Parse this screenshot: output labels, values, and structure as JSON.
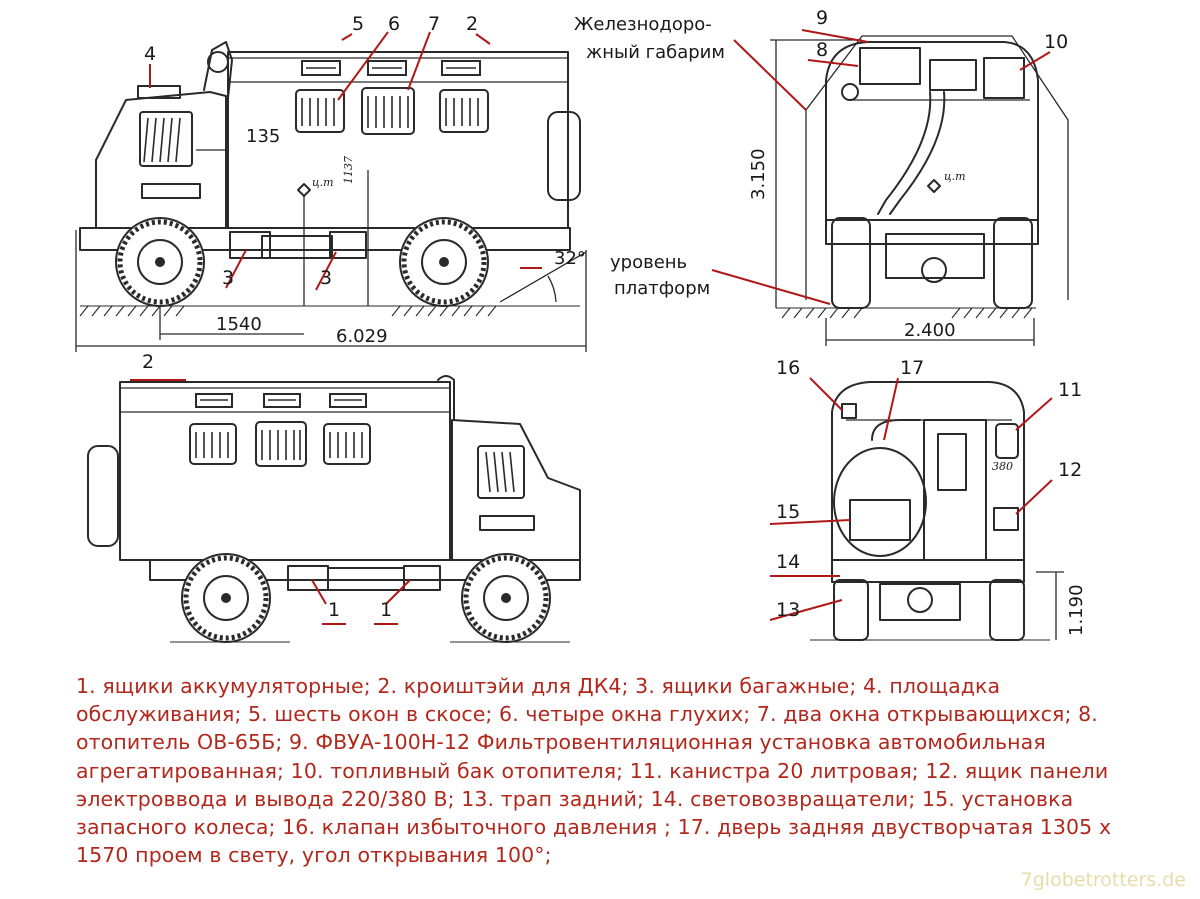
{
  "labels": {
    "n1": "1",
    "n2": "2",
    "n3": "3",
    "n4": "4",
    "n5": "5",
    "n6": "6",
    "n7": "7",
    "n8": "8",
    "n9": "9",
    "n10": "10",
    "n11": "11",
    "n12": "12",
    "n13": "13",
    "n14": "14",
    "n15": "15",
    "n16": "16",
    "n17": "17"
  },
  "dimensions": {
    "d135": "135",
    "d1540": "1540",
    "d6029": "6.029",
    "d3150": "3.150",
    "d2400": "2.400",
    "d1190": "1.190",
    "d1137": "1137",
    "angle": "32°",
    "cg": "ц.т"
  },
  "notes": {
    "rail_gauge_line1": "Железнодоро-",
    "rail_gauge_line2": "жный габарим",
    "platform_line1": "уровень",
    "platform_line2": "платформ"
  },
  "legend": "1. ящики аккумуляторные; 2. кроиштэйи для ДК4; 3. ящики багажные; 4. площадка обслуживания; 5. шесть окон в скосе; 6. четыре окна глухих; 7. два окна открывающихся; 8. отопитель ОВ-65Б; 9. ФВУА-100Н-12 Фильтровентиляционная установка автомобильная агрегатированная; 10. топливный бак отопителя; 11. канистра 20 литровая; 12. ящик панели электроввода и вывода  220/380 В; 13. трап задний; 14. световозвращатели; 15. установка запасного колеса; 16. клапан избыточного давления ; 17. дверь задняя двустворчатая 1305 х 1570 проем в свету, угол открывания 100°;",
  "watermark": "7globetrotters.de",
  "colors": {
    "ink": "#2a2a2a",
    "accent_red": "#b01818",
    "legend_text": "#b2281c",
    "watermark": "#e9dcaa"
  }
}
